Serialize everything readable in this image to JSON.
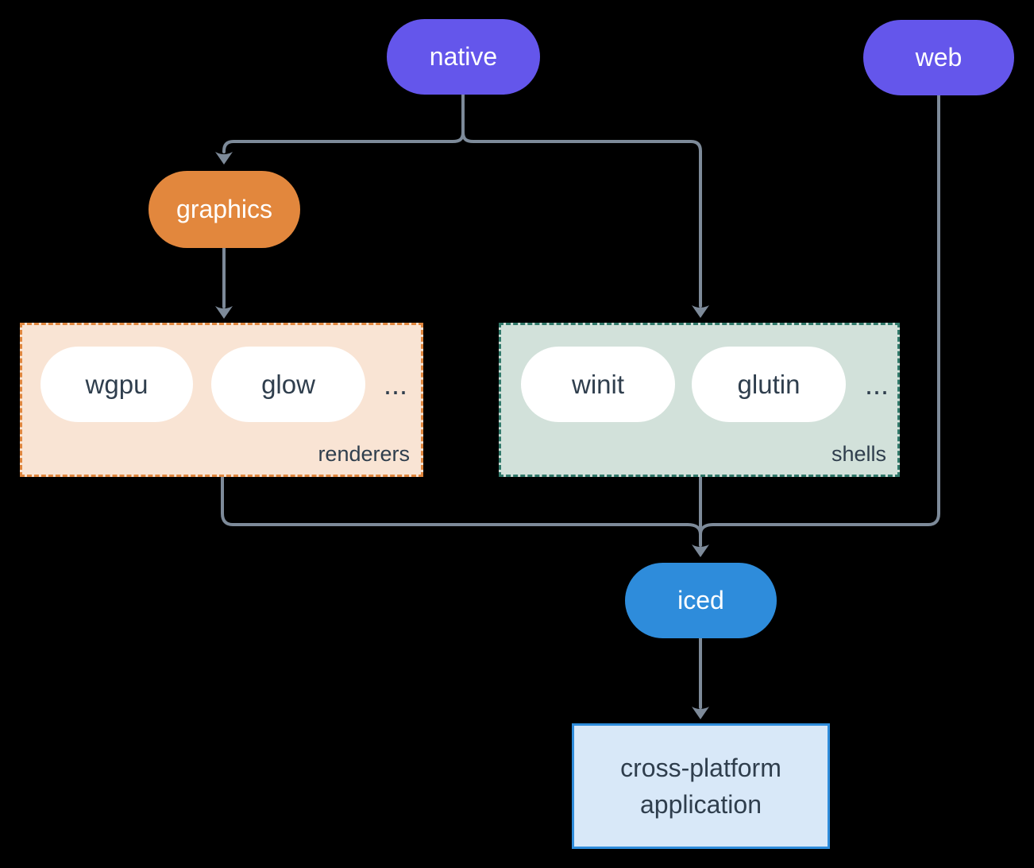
{
  "theme": {
    "bg": "#000000",
    "line": "#7d8a99",
    "purple": "#6456eb",
    "orange": "#e2873d",
    "blue": "#2e8cdb",
    "renderers-bg": "#f9e4d4",
    "renderers-border": "#e0873f",
    "shells-bg": "#d2e1da",
    "shells-border": "#31796a",
    "app-bg": "#d8e8f8",
    "app-border": "#2e8cdb",
    "dark-text": "#2f3e4d",
    "light-text": "#ffffff"
  },
  "nodes": {
    "native": {
      "label": "native"
    },
    "web": {
      "label": "web"
    },
    "graphics": {
      "label": "graphics"
    },
    "iced": {
      "label": "iced"
    },
    "app": {
      "line1": "cross-platform",
      "line2": "application"
    }
  },
  "groups": {
    "renderers": {
      "label": "renderers",
      "items": [
        "wgpu",
        "glow"
      ],
      "ellipsis": "..."
    },
    "shells": {
      "label": "shells",
      "items": [
        "winit",
        "glutin"
      ],
      "ellipsis": "..."
    }
  }
}
